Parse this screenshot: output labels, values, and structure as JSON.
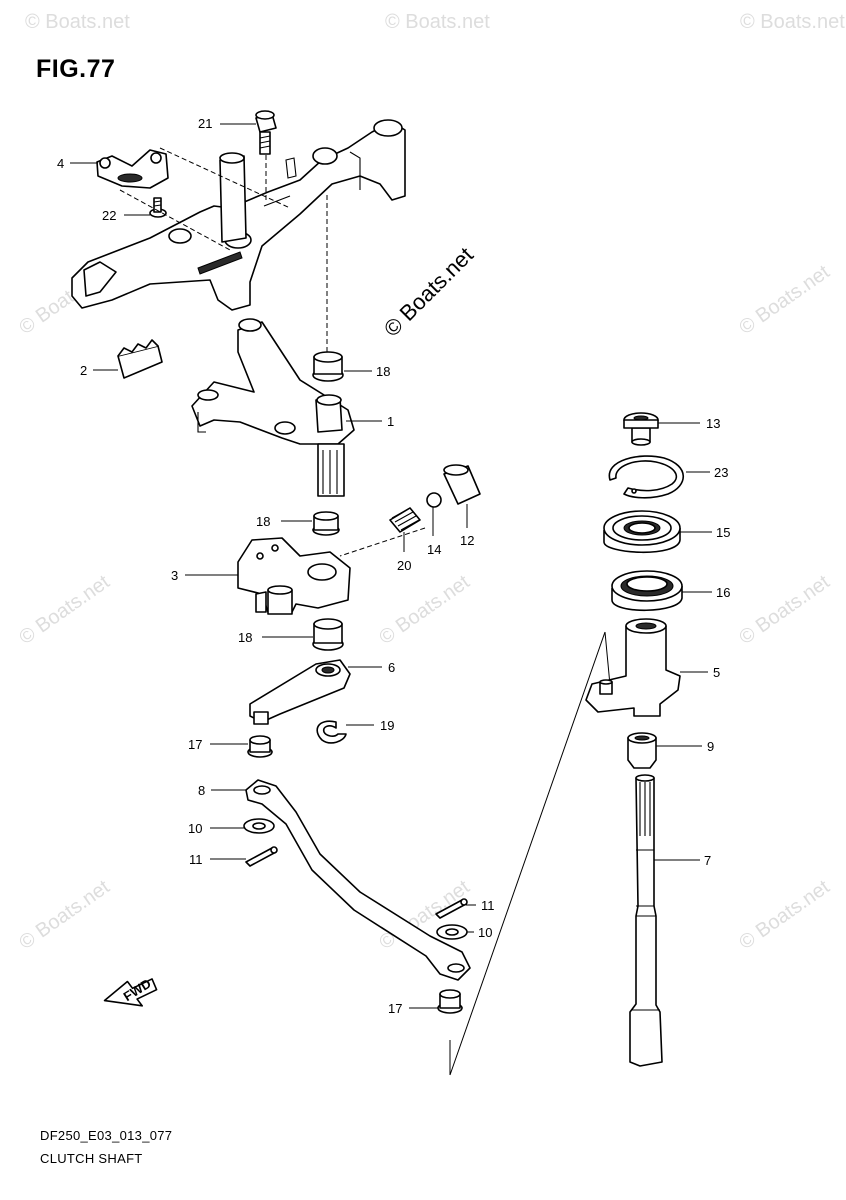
{
  "figure": {
    "title": "FIG.77",
    "code": "DF250_E03_013_077",
    "caption": "CLUTCH SHAFT"
  },
  "watermarks": {
    "main": "© Boats.net",
    "faint": "© Boats.net"
  },
  "fwd_arrow": {
    "label": "FWD"
  },
  "callouts": {
    "c21": "21",
    "c4": "4",
    "c22": "22",
    "c2": "2",
    "c18a": "18",
    "c1": "1",
    "c18b": "18",
    "c14": "14",
    "c12": "12",
    "c20": "20",
    "c3": "3",
    "c18c": "18",
    "c6": "6",
    "c19": "19",
    "c17a": "17",
    "c8": "8",
    "c10a": "10",
    "c11a": "11",
    "c11b": "11",
    "c10b": "10",
    "c17b": "17",
    "c13": "13",
    "c23": "23",
    "c15": "15",
    "c16": "16",
    "c5": "5",
    "c9": "9",
    "c7": "7"
  },
  "colors": {
    "line": "#000000",
    "background": "#ffffff",
    "watermark": "#d9d9d9"
  }
}
